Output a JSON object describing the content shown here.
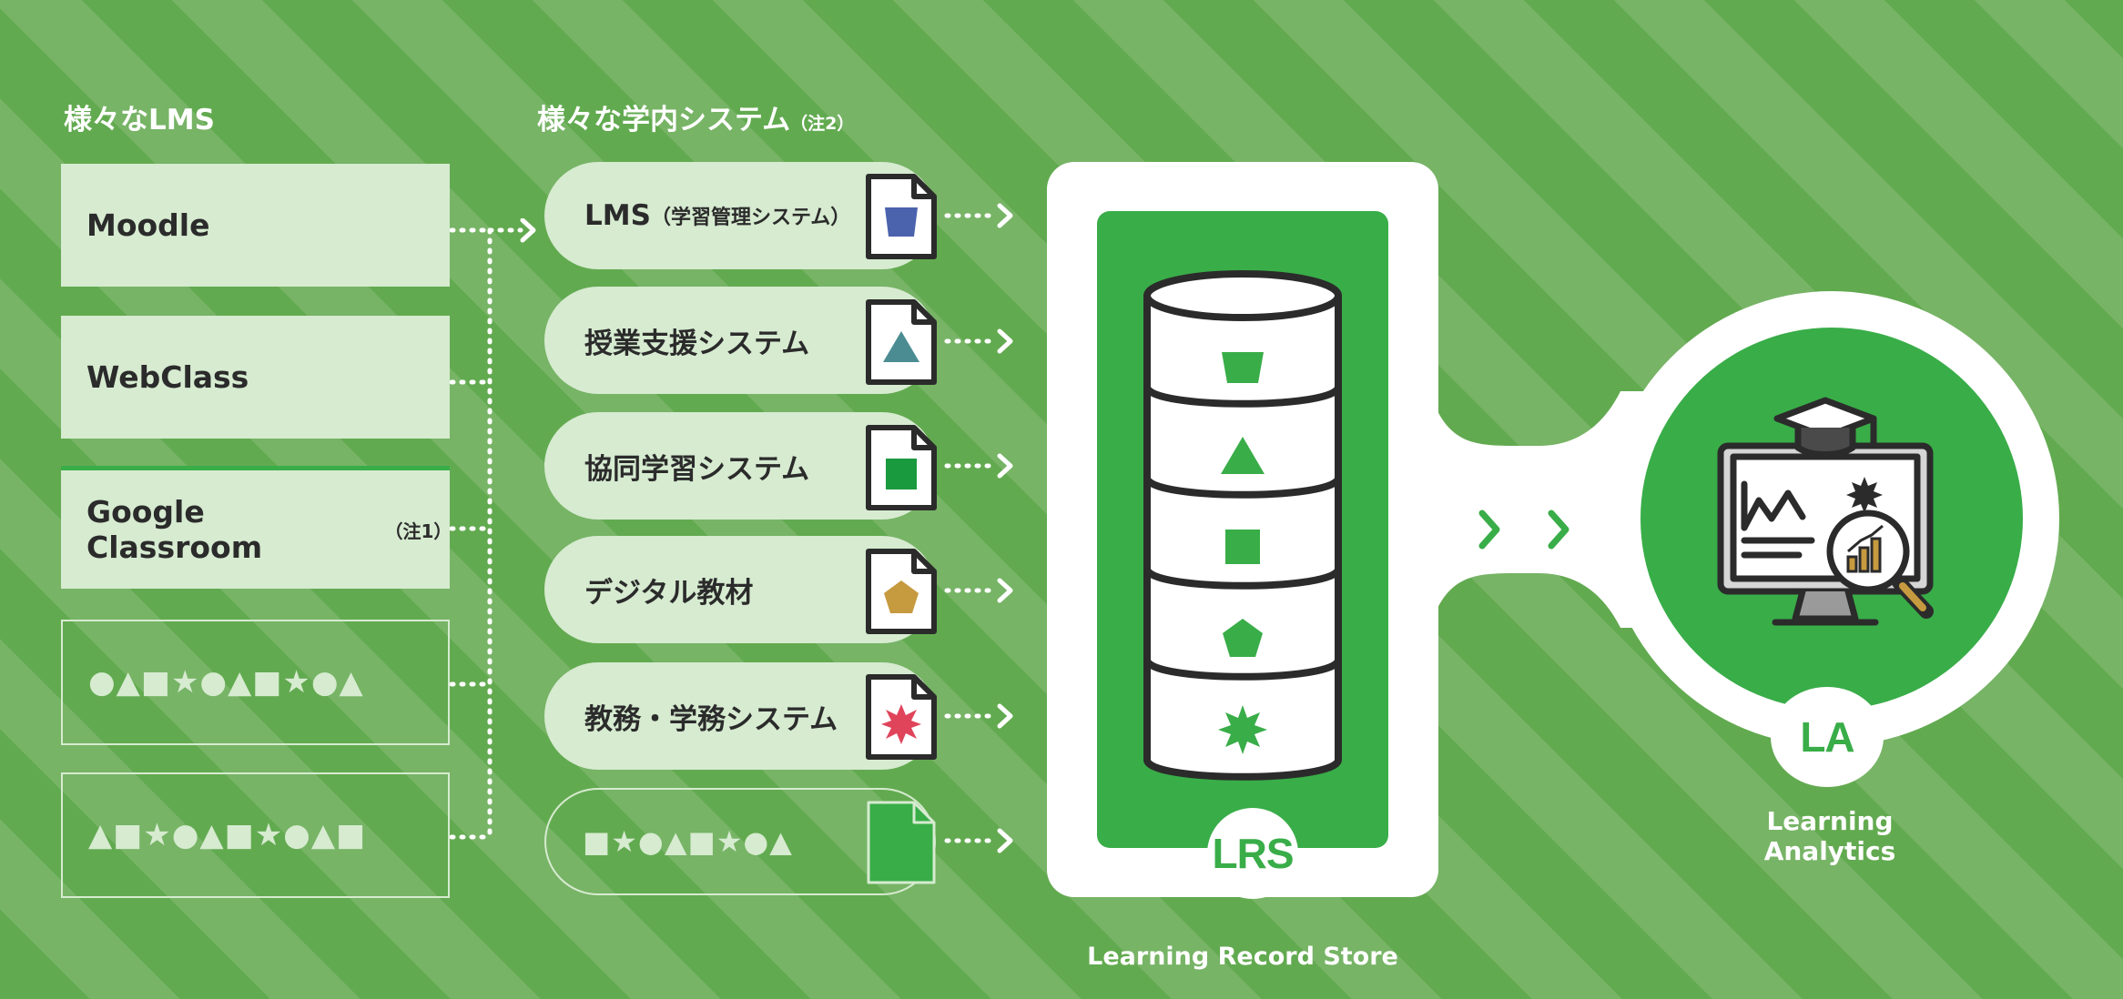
{
  "headings": {
    "lms": "様々なLMS",
    "systems": "様々な学内システム",
    "systems_note": "（注2）"
  },
  "lms_list": [
    {
      "label": "Moodle",
      "note": ""
    },
    {
      "label": "WebClass",
      "note": ""
    },
    {
      "label": "Google Classroom",
      "note": "（注1）"
    },
    {
      "label": "●▲■★●▲■★●▲",
      "note": ""
    },
    {
      "label": "▲■★●▲■★●▲■",
      "note": ""
    }
  ],
  "systems": [
    {
      "label": "LMS",
      "note": "（学習管理システム）",
      "shape": "trapezoid",
      "color": "#4b62ad"
    },
    {
      "label": "授業支援システム",
      "note": "",
      "shape": "triangle",
      "color": "#4b8c93"
    },
    {
      "label": "協同学習システム",
      "note": "",
      "shape": "square",
      "color": "#1a9a3e"
    },
    {
      "label": "デジタル教材",
      "note": "",
      "shape": "pentagon",
      "color": "#c69a3f"
    },
    {
      "label": "教務・学務システム",
      "note": "",
      "shape": "starburst",
      "color": "#e0445a"
    },
    {
      "label": "■★●▲■★●▲",
      "note": "",
      "shape": "none",
      "color": "#39ad48"
    }
  ],
  "lrs": {
    "badge": "LRS",
    "caption": "Learning Record Store",
    "shapes": [
      "trapezoid",
      "triangle",
      "square",
      "pentagon",
      "starburst"
    ]
  },
  "la": {
    "badge": "LA",
    "caption_line1": "Learning",
    "caption_line2": "Analytics"
  },
  "colors": {
    "background": "#69ae55",
    "box_fill": "#d6ebd0",
    "accent_green": "#39ad48",
    "text_dark": "#2b2b2b"
  }
}
